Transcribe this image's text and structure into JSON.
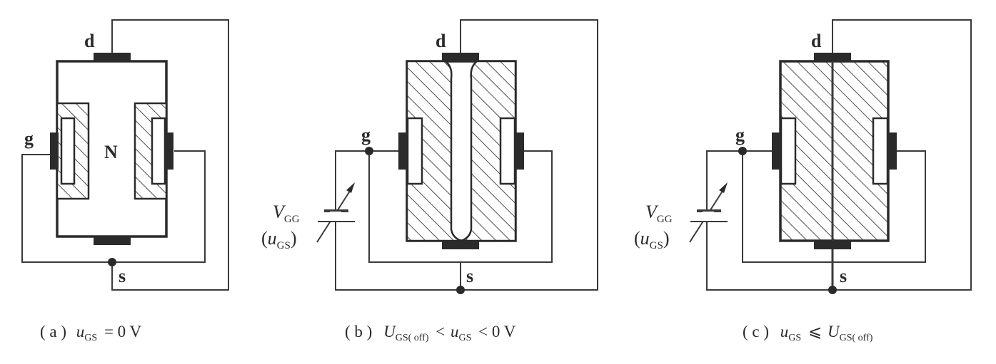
{
  "diagrams": [
    {
      "id": "a",
      "labels": {
        "drain": "d",
        "gate": "g",
        "source": "s",
        "channel": "N"
      },
      "caption": {
        "prefix": "( a )",
        "var": "u",
        "var_sub": "GS",
        "rel": "= 0  V"
      }
    },
    {
      "id": "b",
      "labels": {
        "drain": "d",
        "gate": "g",
        "source": "s"
      },
      "supply": {
        "v": "V",
        "v_sub": "GG",
        "u_open": "(",
        "u": "u",
        "u_sub": "GS",
        "u_close": ")"
      },
      "caption": {
        "prefix": "( b )",
        "var1": "U",
        "var1_sub": "GS( off)",
        "rel1": "<",
        "var2": "u",
        "var2_sub": "GS",
        "rel2": "< 0  V"
      }
    },
    {
      "id": "c",
      "labels": {
        "drain": "d",
        "gate": "g",
        "source": "s"
      },
      "supply": {
        "v": "V",
        "v_sub": "GG",
        "u_open": "(",
        "u": "u",
        "u_sub": "GS",
        "u_close": ")"
      },
      "caption": {
        "prefix": "( c )",
        "var1": "u",
        "var1_sub": "GS",
        "rel": "⩽",
        "var2": "U",
        "var2_sub": "GS( off)"
      }
    }
  ]
}
